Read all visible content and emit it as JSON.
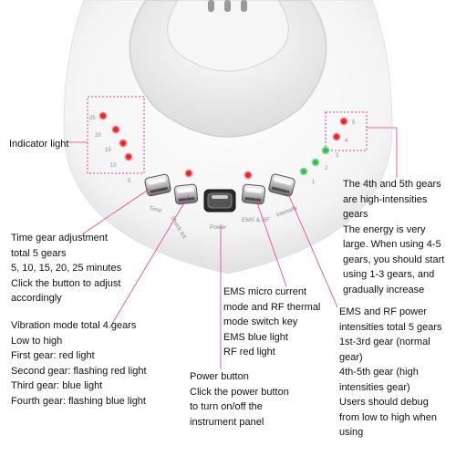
{
  "device": {
    "time_ticks": [
      "25",
      "20",
      "15",
      "10",
      "5"
    ],
    "intensity_ticks": [
      "5",
      "4",
      "3",
      "2",
      "1"
    ],
    "buttons": [
      {
        "label": "Time",
        "led": true
      },
      {
        "label": "Shock X4",
        "led": false
      },
      {
        "label": "Power",
        "led": false
      },
      {
        "label": "EMS & RF",
        "led": true
      },
      {
        "label": "Intensity",
        "led": false
      }
    ],
    "colors": {
      "red_led": "#e8202a",
      "green_led": "#29c14a",
      "pink_line": "#e03b9a"
    }
  },
  "callouts": {
    "indicator": "Indicator light",
    "time_gear": [
      "Time gear adjustment",
      "total 5 gears",
      "5, 10, 15, 20, 25 minutes",
      "Click the button to adjust",
      "accordingly"
    ],
    "vibration": [
      "Vibration mode total 4 gears",
      "Low to high",
      "First gear: red light",
      "Second gear: flashing red light",
      "Third gear: blue light",
      "Fourth gear: flashing blue light"
    ],
    "power": [
      "Power button",
      "Click the power button",
      "to turn on/off the",
      "instrument panel"
    ],
    "ems_rf_switch": [
      "EMS micro current",
      "mode and RF thermal",
      "mode switch key",
      "EMS blue light",
      "RF red light"
    ],
    "high_intensity": [
      "The 4th and 5th gears",
      "are high-intensities",
      "gears",
      "The energy is very",
      "large. When using 4-5",
      "gears, you should start",
      "using 1-3 gears, and",
      "gradually increase"
    ],
    "power_intensity": [
      "EMS and RF power",
      "intensities total 5 gears",
      "1st-3rd gear (normal",
      "gear)",
      "4th-5th gear (high",
      "intensities gear)",
      "Users should debug",
      "from low to high when",
      "using"
    ]
  }
}
